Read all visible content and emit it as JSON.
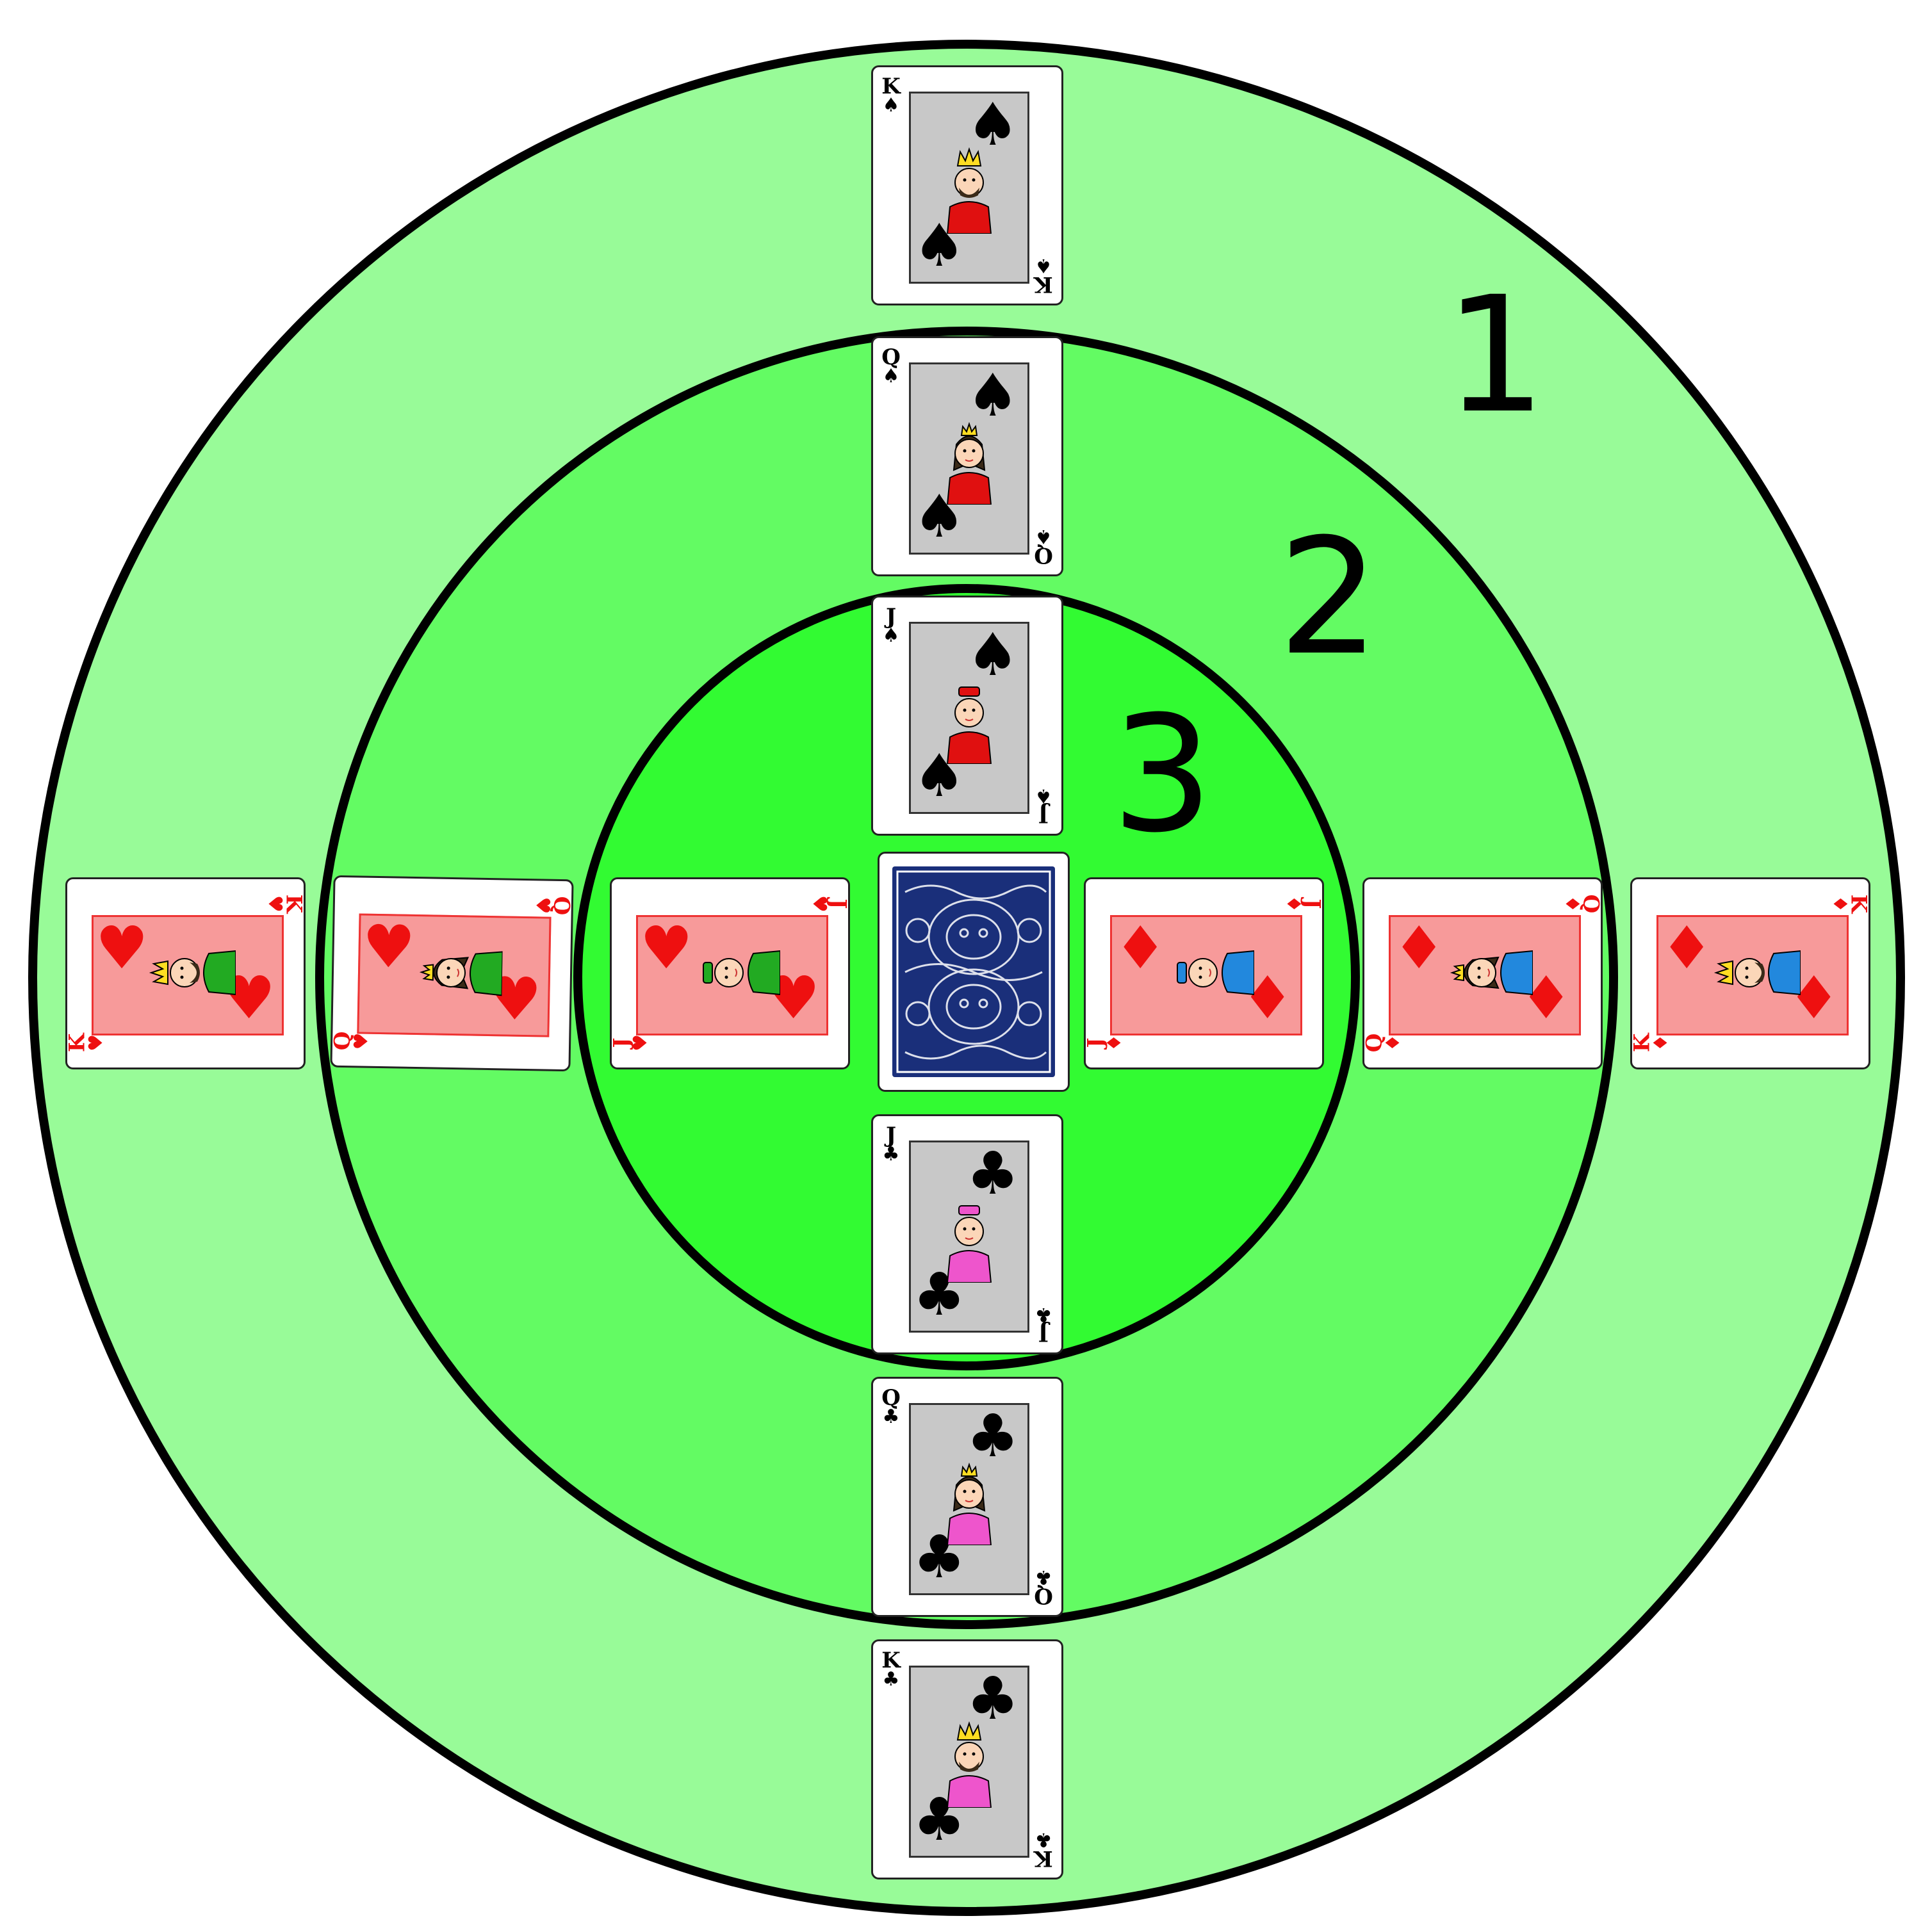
{
  "rings": [
    {
      "label": "1",
      "fill": "#98fb98"
    },
    {
      "label": "2",
      "fill": "#63fb63"
    },
    {
      "label": "3",
      "fill": "#32fb32"
    }
  ],
  "cards": {
    "spades_king": {
      "rank": "K",
      "suit": "♠",
      "color": "black",
      "figure_color": "#e01010",
      "figure_name": "king-figure"
    },
    "spades_queen": {
      "rank": "Q",
      "suit": "♠",
      "color": "black",
      "figure_color": "#e01010",
      "figure_name": "queen-figure"
    },
    "spades_jack": {
      "rank": "J",
      "suit": "♠",
      "color": "black",
      "figure_color": "#e01010",
      "figure_name": "jack-figure"
    },
    "clubs_jack": {
      "rank": "J",
      "suit": "♣",
      "color": "black",
      "figure_color": "#ee55cc",
      "figure_name": "jack-figure"
    },
    "clubs_queen": {
      "rank": "Q",
      "suit": "♣",
      "color": "black",
      "figure_color": "#ee55cc",
      "figure_name": "queen-figure"
    },
    "clubs_king": {
      "rank": "K",
      "suit": "♣",
      "color": "black",
      "figure_color": "#ee55cc",
      "figure_name": "king-figure"
    },
    "hearts_king": {
      "rank": "K",
      "suit": "♥",
      "color": "red",
      "figure_color": "#22aa22",
      "figure_name": "king-figure"
    },
    "hearts_queen": {
      "rank": "Q",
      "suit": "♥",
      "color": "red",
      "figure_color": "#22aa22",
      "figure_name": "queen-figure"
    },
    "hearts_jack": {
      "rank": "J",
      "suit": "♥",
      "color": "red",
      "figure_color": "#22aa22",
      "figure_name": "jack-figure"
    },
    "diamonds_jack": {
      "rank": "J",
      "suit": "♦",
      "color": "red",
      "figure_color": "#2288dd",
      "figure_name": "jack-figure"
    },
    "diamonds_queen": {
      "rank": "Q",
      "suit": "♦",
      "color": "red",
      "figure_color": "#2288dd",
      "figure_name": "queen-figure"
    },
    "diamonds_king": {
      "rank": "K",
      "suit": "♦",
      "color": "red",
      "figure_color": "#2288dd",
      "figure_name": "king-figure"
    }
  },
  "card_back": {
    "pattern_color": "#1a2f7a",
    "face_down": true
  }
}
